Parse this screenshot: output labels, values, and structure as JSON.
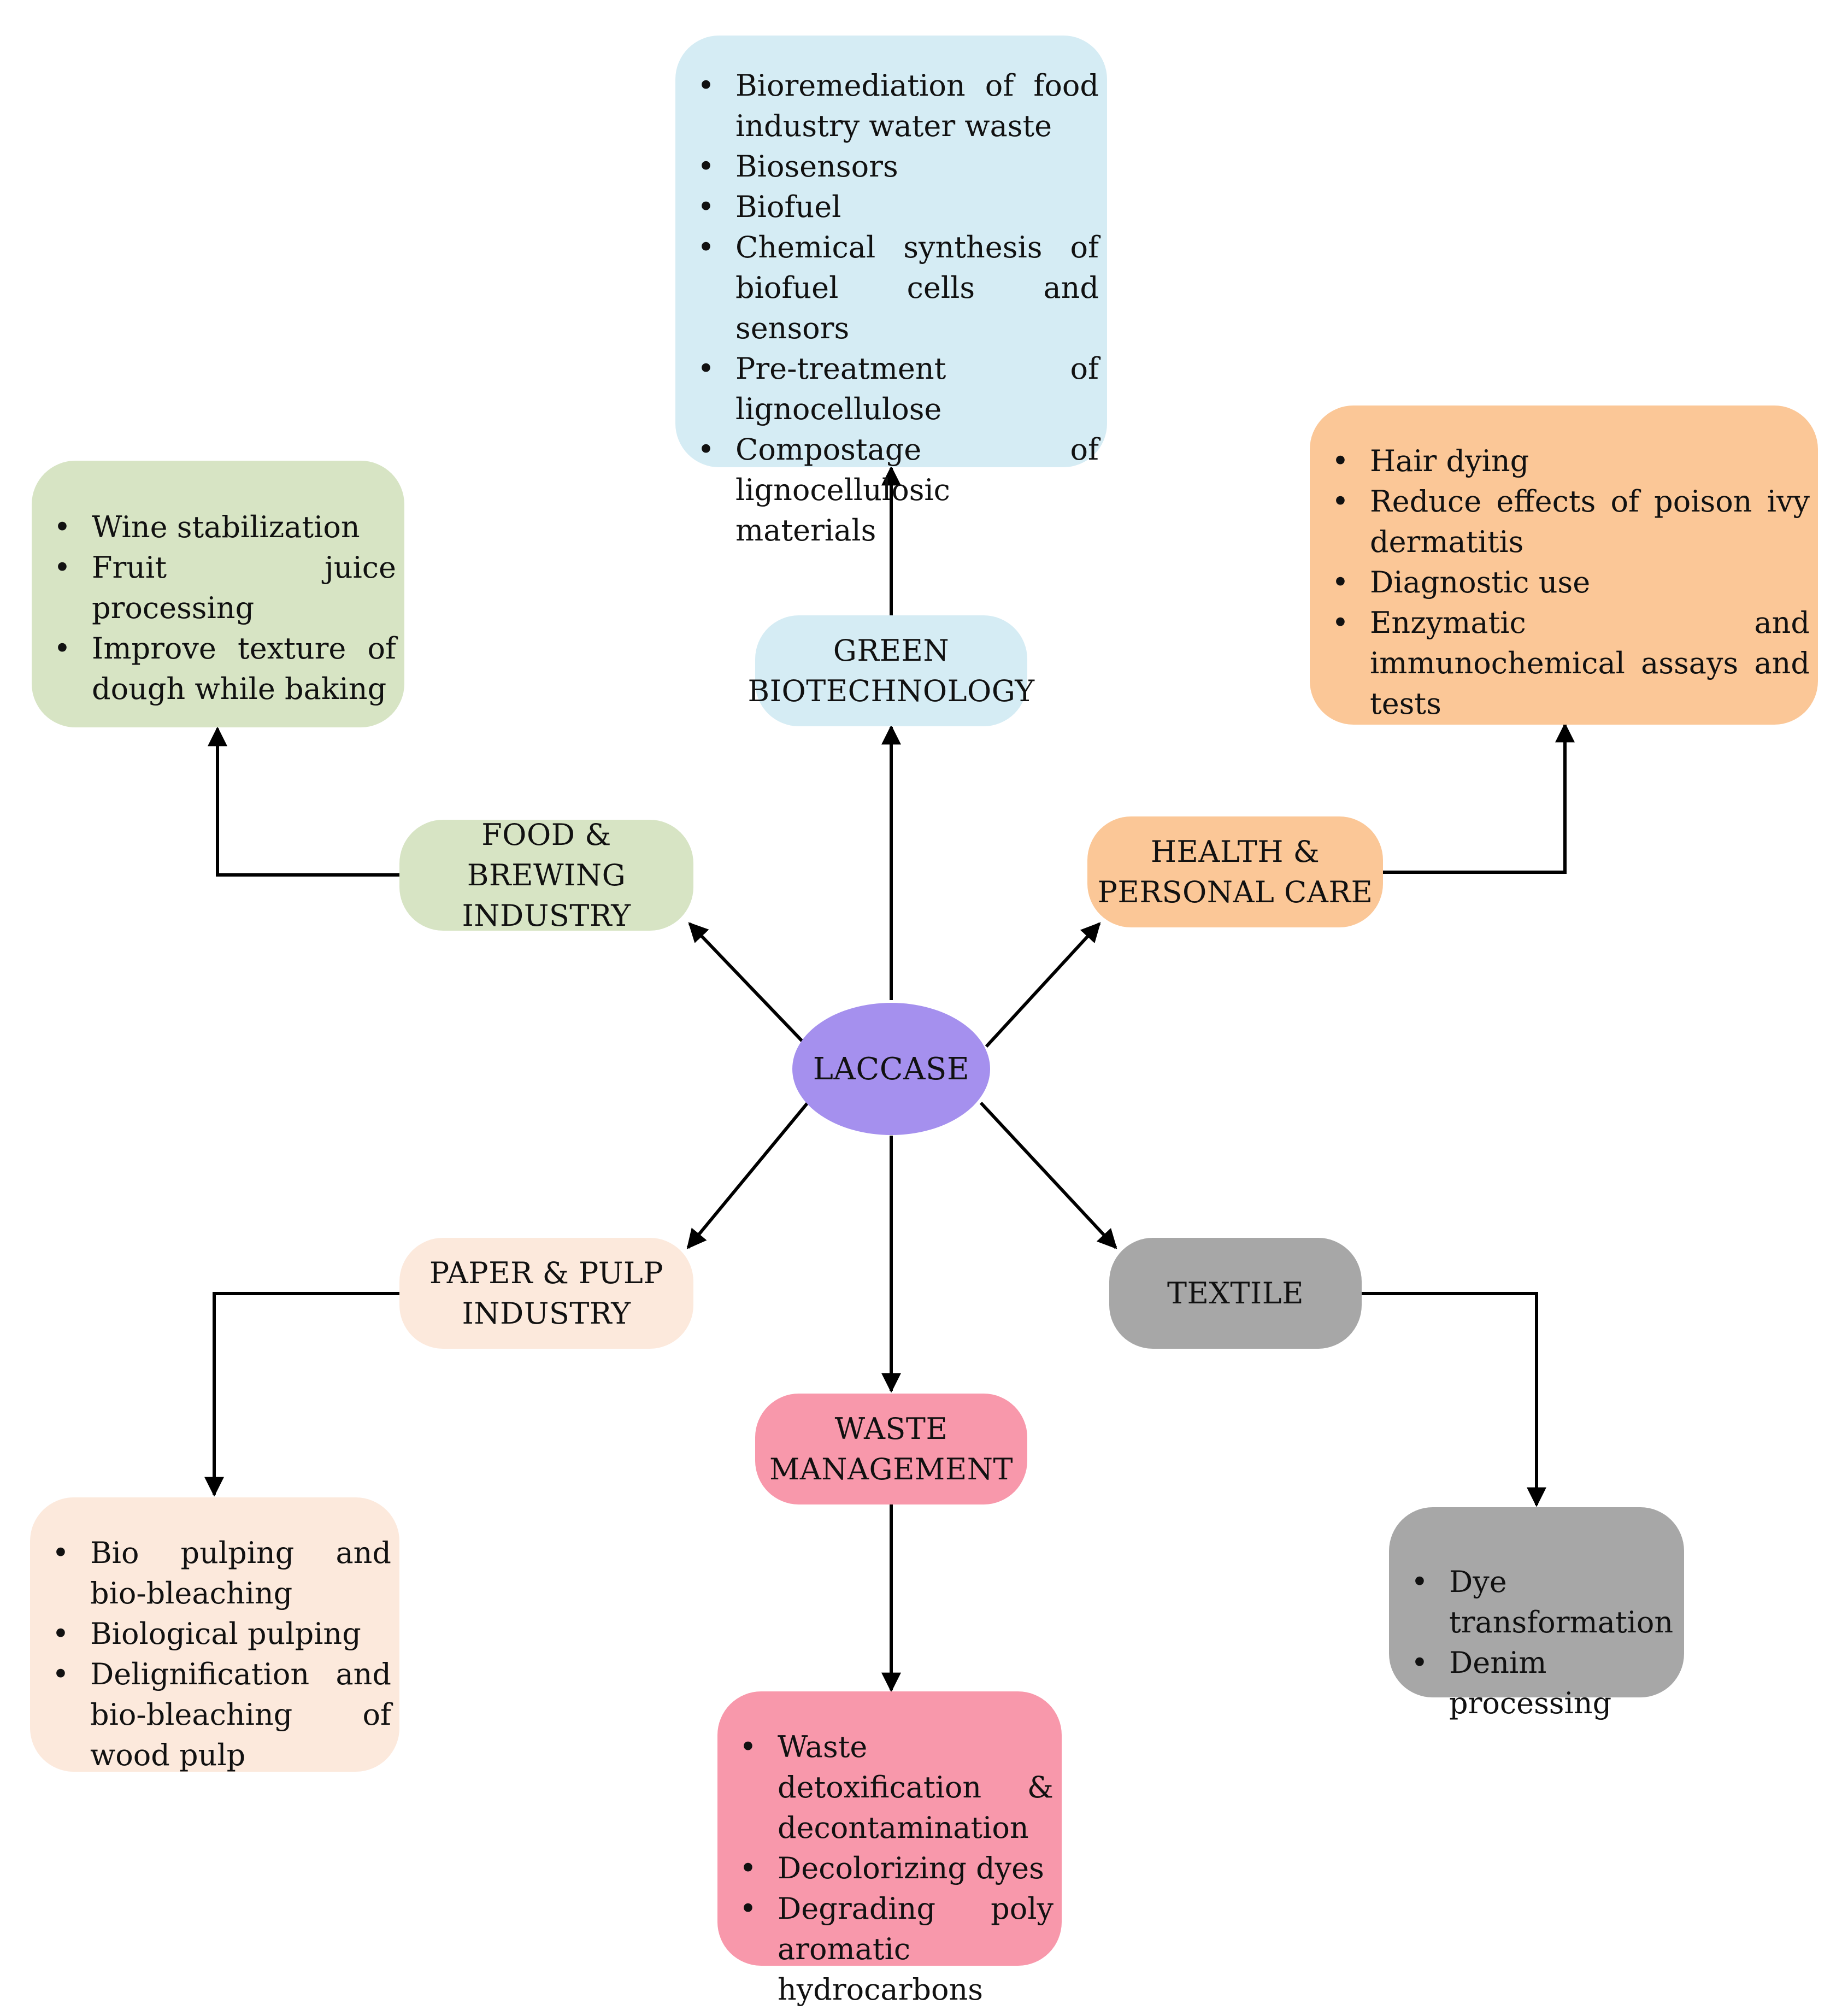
{
  "center": {
    "label": "LACCASE",
    "color": "#a590ee"
  },
  "branches": {
    "green": {
      "label": [
        "GREEN",
        "BIOTECHNOLOGY"
      ],
      "color": "#d5ecf4",
      "items": [
        "Bioremediation of food industry water waste",
        "Biosensors",
        "Biofuel",
        "Chemical synthesis of biofuel cells and sensors",
        "Pre-treatment of lignocellulose",
        "Compostage of lignocellulosic materials"
      ]
    },
    "food": {
      "label": [
        "FOOD & BREWING",
        "INDUSTRY"
      ],
      "color": "#d7e4c4",
      "items": [
        "Wine stabilization",
        "Fruit juice processing",
        "Improve texture of dough while baking"
      ]
    },
    "health": {
      "label": [
        "HEALTH &",
        "PERSONAL CARE"
      ],
      "color": "#fbc797",
      "items": [
        "Hair dying",
        "Reduce effects of poison ivy dermatitis",
        "Diagnostic use",
        "Enzymatic and immunochemical assays and tests"
      ]
    },
    "paper": {
      "label": [
        "PAPER & PULP",
        "INDUSTRY"
      ],
      "color": "#fce9dc",
      "items": [
        "Bio pulping and bio-bleaching",
        "Biological pulping",
        "Delignification and bio-bleaching of wood pulp"
      ]
    },
    "waste": {
      "label": [
        "WASTE",
        "MANAGEMENT"
      ],
      "color": "#f898ab",
      "items": [
        "Waste detoxification & decontamination",
        "Decolorizing dyes",
        "Degrading poly aromatic hydrocarbons"
      ]
    },
    "textile": {
      "label": [
        "TEXTILE"
      ],
      "color": "#a7a7a7",
      "items": [
        "Dye transformation",
        "Denim processing"
      ]
    }
  }
}
